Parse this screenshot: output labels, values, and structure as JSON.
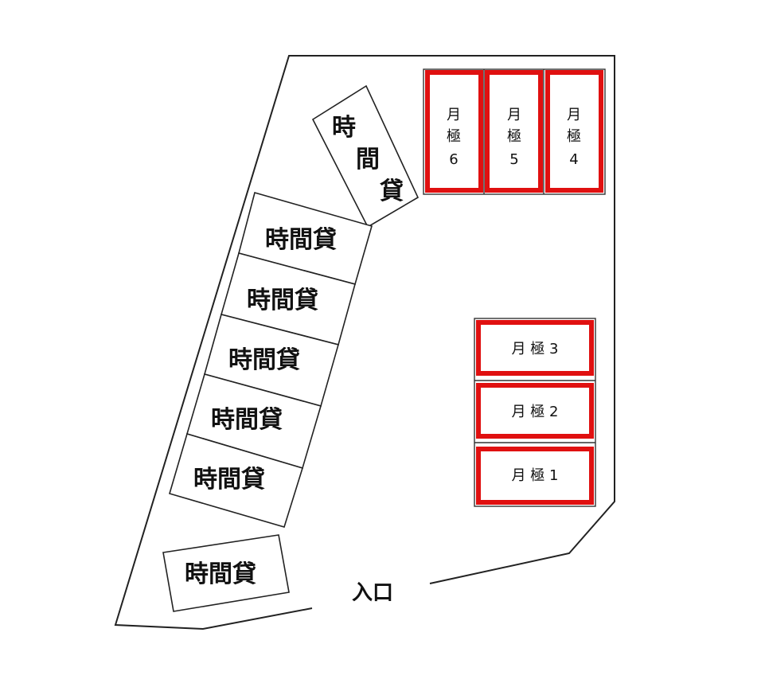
{
  "colors": {
    "monthly_highlight": "#e01010",
    "line": "#222222",
    "background": "#ffffff"
  },
  "hourly_label": "時間貸",
  "hourly_stalls": [
    {
      "label": "時間貸"
    },
    {
      "label": "時間貸"
    },
    {
      "label": "時間貸"
    },
    {
      "label": "時間貸"
    },
    {
      "label": "時間貸"
    },
    {
      "label": "時間貸"
    },
    {
      "label": "時間貸"
    }
  ],
  "monthly_stalls": [
    {
      "label": "月極1"
    },
    {
      "label": "月極2"
    },
    {
      "label": "月極3"
    },
    {
      "label": "月極4"
    },
    {
      "label": "月極5"
    },
    {
      "label": "月極6"
    }
  ],
  "vertical_monthly": [
    {
      "line1": "月",
      "line2": "極",
      "line3": "6"
    },
    {
      "line1": "月",
      "line2": "極",
      "line3": "5"
    },
    {
      "line1": "月",
      "line2": "極",
      "line3": "4"
    }
  ],
  "horizontal_monthly": [
    {
      "label": "月 極 3"
    },
    {
      "label": "月 極 2"
    },
    {
      "label": "月 極 1"
    }
  ],
  "diagonal_hourly": {
    "char1": "時",
    "char2": "間",
    "char3": "貸"
  },
  "entrance_label": "入口"
}
